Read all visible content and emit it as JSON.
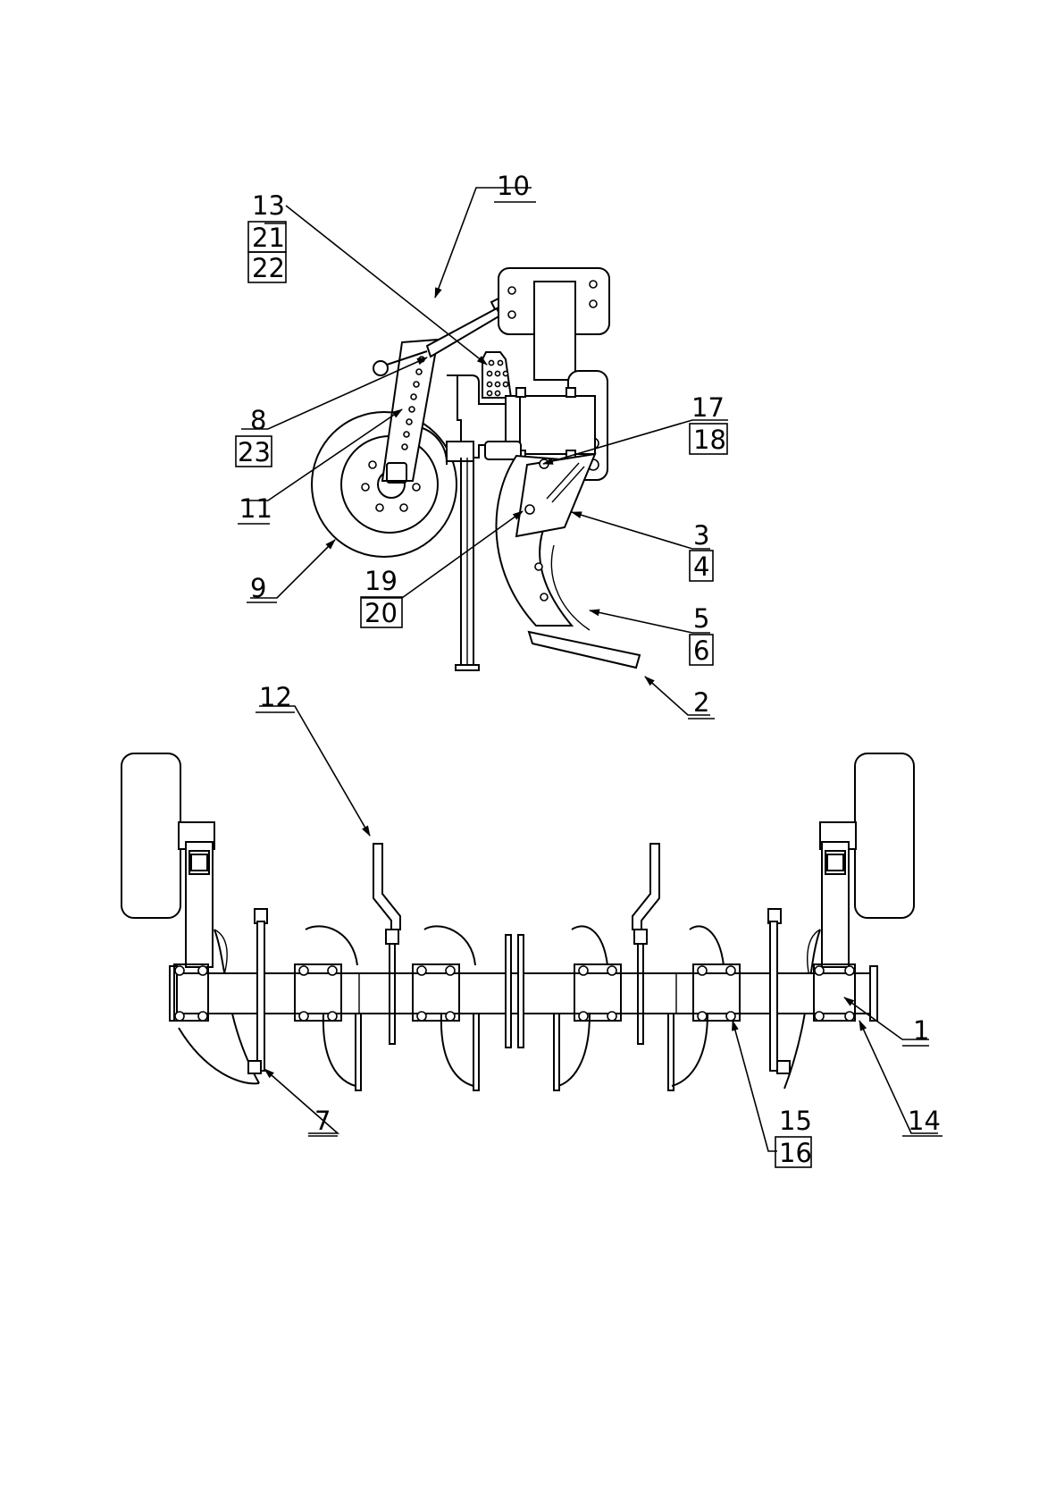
{
  "figure": "drawing",
  "side_view": {
    "callouts": [
      {
        "id": "c10",
        "lines": [
          "10"
        ]
      },
      {
        "id": "c13",
        "lines": [
          "13",
          "21",
          "22"
        ]
      },
      {
        "id": "c8",
        "lines": [
          "8",
          "23"
        ]
      },
      {
        "id": "c11",
        "lines": [
          "11"
        ]
      },
      {
        "id": "c9",
        "lines": [
          "9"
        ]
      },
      {
        "id": "c19",
        "lines": [
          "19",
          "20"
        ]
      },
      {
        "id": "c17",
        "lines": [
          "17",
          "18"
        ]
      },
      {
        "id": "c3",
        "lines": [
          "3",
          "4"
        ]
      },
      {
        "id": "c5",
        "lines": [
          "5",
          "6"
        ]
      },
      {
        "id": "c2",
        "lines": [
          "2"
        ]
      }
    ]
  },
  "front_view": {
    "callouts": [
      {
        "id": "c12",
        "lines": [
          "12"
        ]
      },
      {
        "id": "c1",
        "lines": [
          "1"
        ]
      },
      {
        "id": "c7",
        "lines": [
          "7"
        ]
      },
      {
        "id": "c15",
        "lines": [
          "15",
          "16"
        ]
      },
      {
        "id": "c14",
        "lines": [
          "14"
        ]
      }
    ]
  }
}
